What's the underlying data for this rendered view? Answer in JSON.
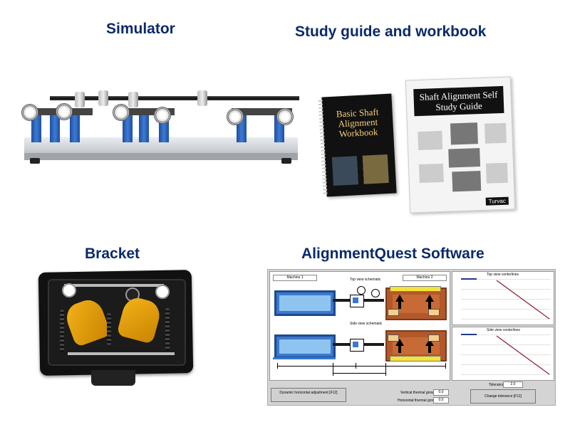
{
  "titles": {
    "simulator": "Simulator",
    "study_guide": "Study guide and workbook",
    "bracket": "Bracket",
    "software": "AlignmentQuest Software"
  },
  "books": {
    "workbook_title": "Basic Shaft Alignment Workbook",
    "guide_title": "Shaft Alignment Self Study Guide",
    "brand": "Turvac"
  },
  "software": {
    "machine1": "Machine 1",
    "machine2": "Machine 2",
    "top_view_schematic": "Top view schematic",
    "side_view_schematic": "Side view schematic",
    "top_view_centerlines": "Top view centerlines",
    "side_view_centerlines": "Side view centerlines",
    "dynamic_btn": "Dynamic horizontal adjustment [F12]",
    "vertical_thermal": "Vertical thermal growth",
    "vertical_thermal_value": "0.0",
    "horizontal_thermal": "Horizontal thermal growth",
    "horizontal_thermal_value": "0.0",
    "tolerance_label": "Tolerance",
    "tolerance_value": "2.0",
    "change_tolerance_btn": "Change tolerance [F11]",
    "colors": {
      "machine": "#3a78d0",
      "machine2": "#b2582a",
      "feet": "#f5e23a",
      "line": "#8b1a2a"
    }
  }
}
